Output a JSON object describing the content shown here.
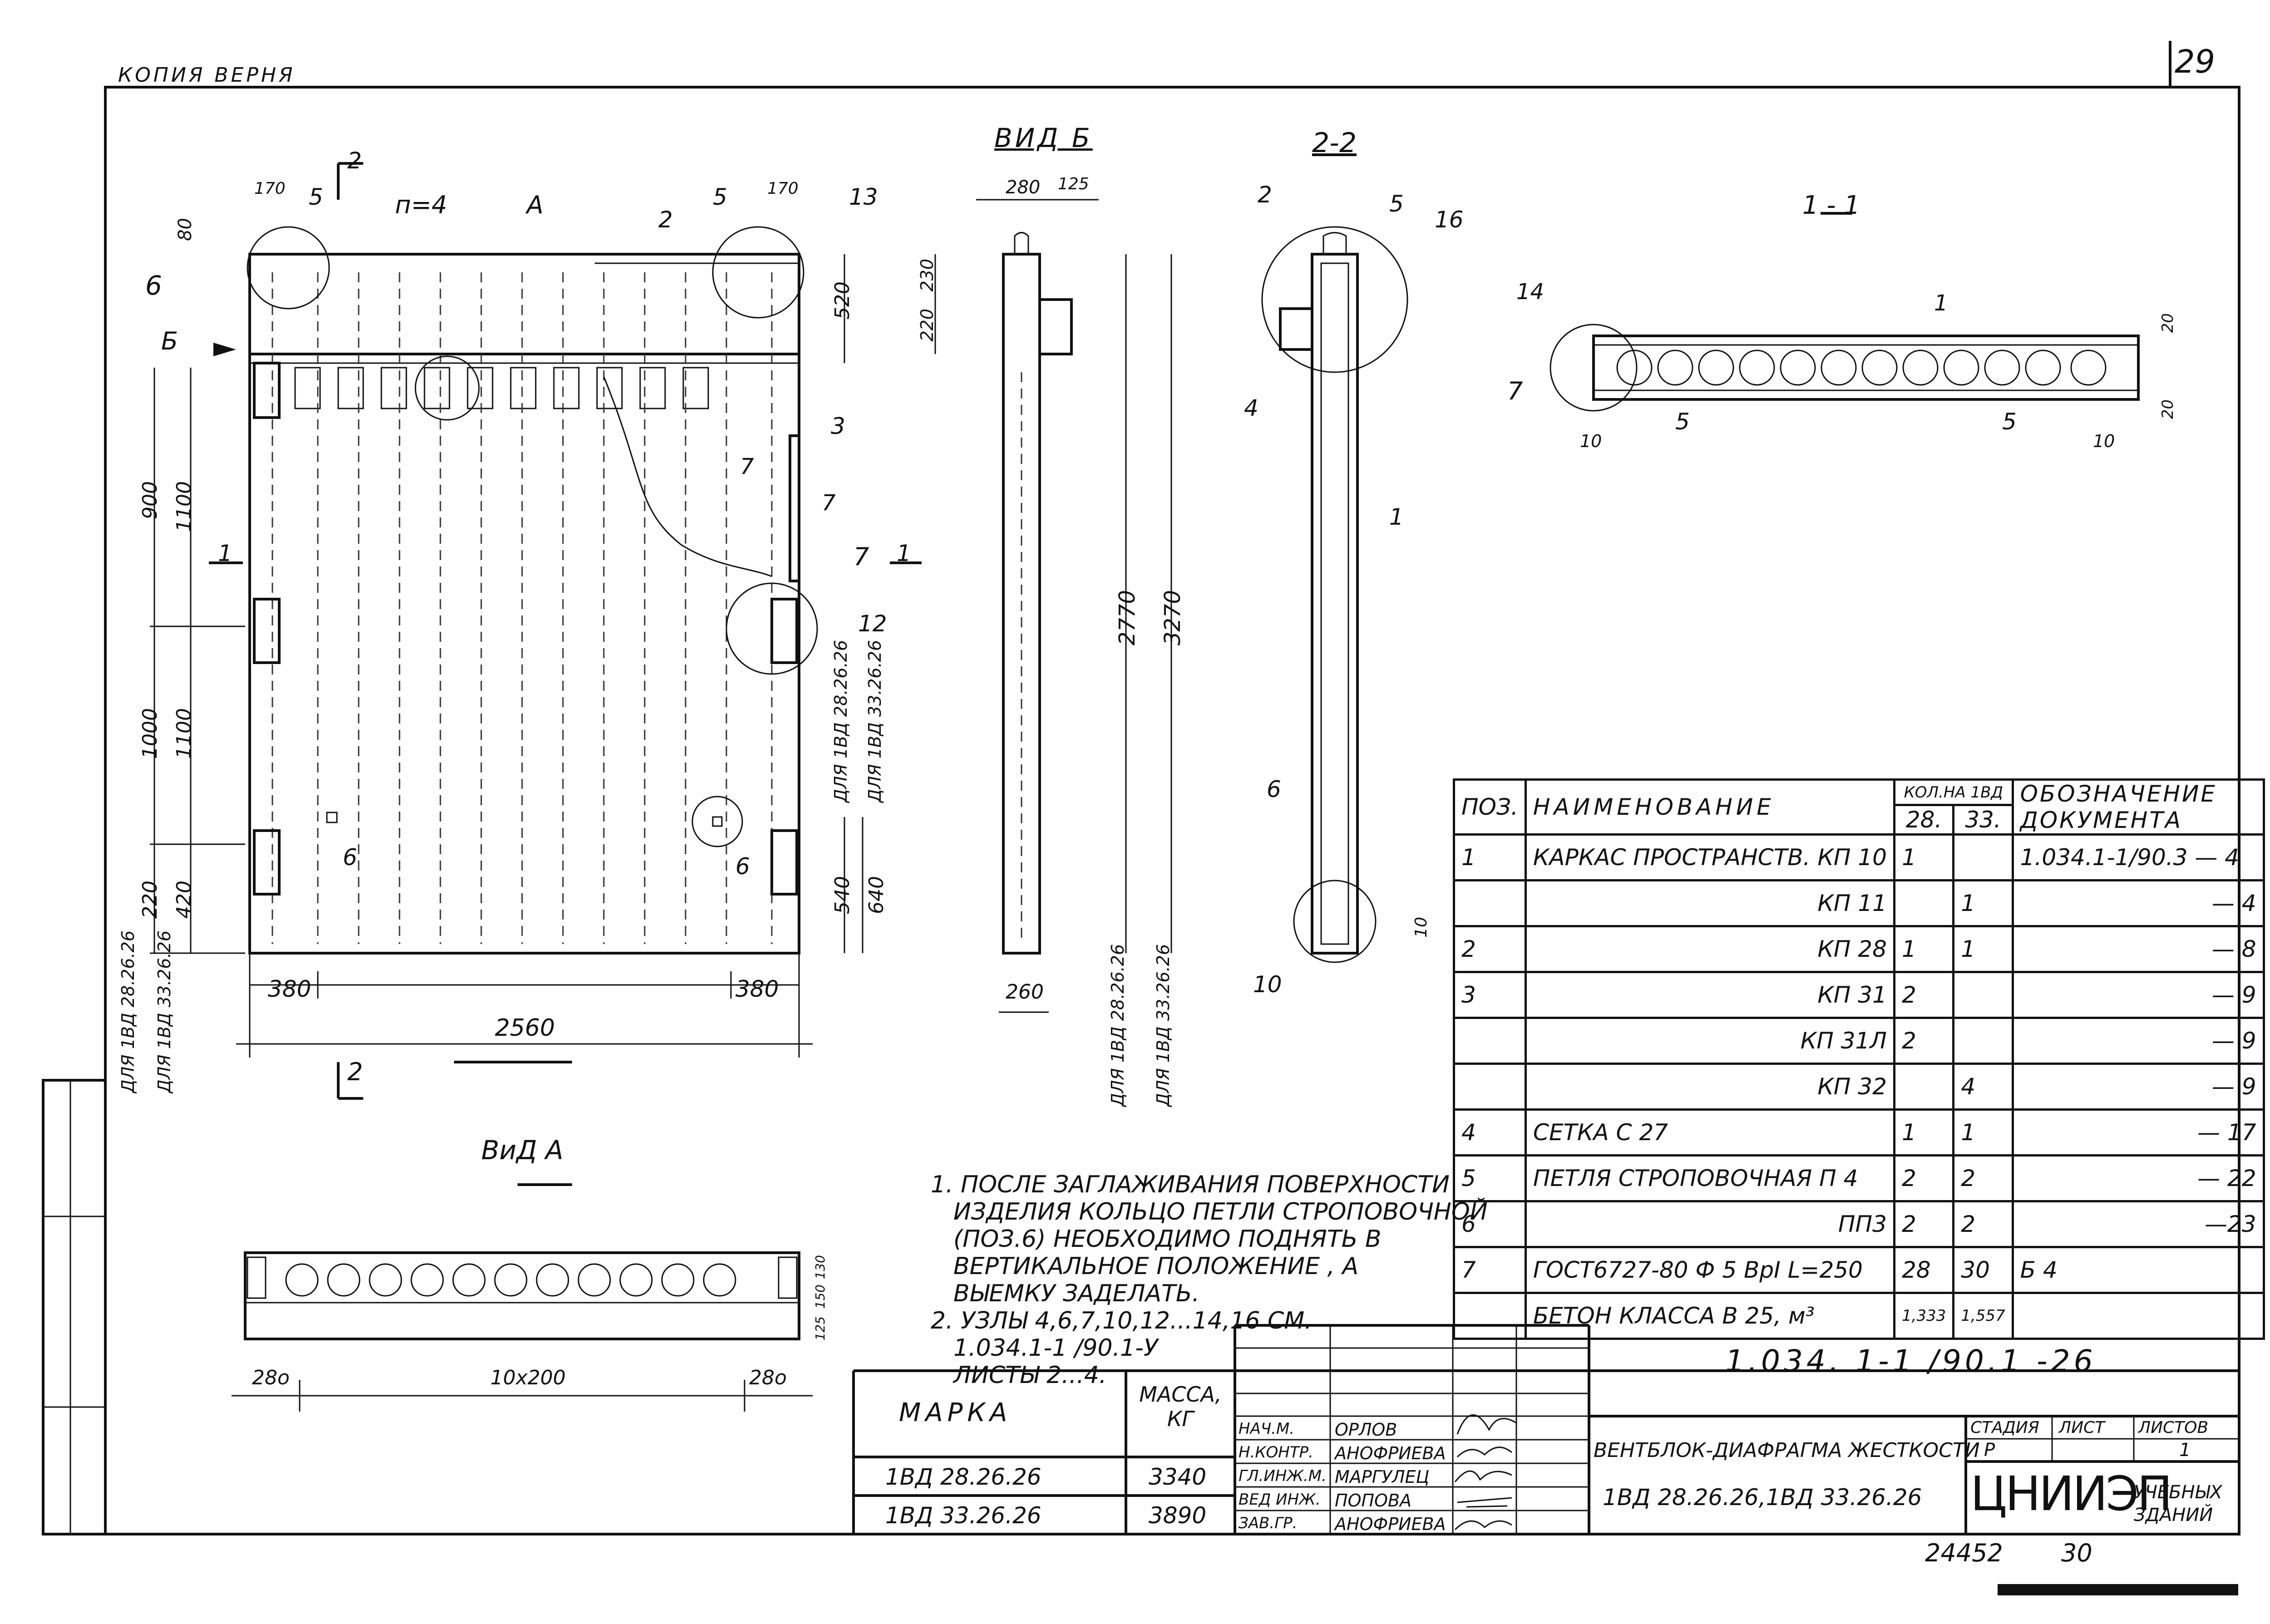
{
  "header": {
    "copy_note": "КОПИЯ ВЕРНЯ",
    "sheet_no": "29"
  },
  "views": {
    "facade_markers": {
      "pos4": "п=4",
      "view_a_arrow": "А",
      "section_2": "2",
      "view_b_arrow": "Б",
      "section_1": "1"
    },
    "view_b_title": "ВИД Б",
    "section_22_title": "2-2",
    "section_11_title": "1 - 1",
    "view_a_title": "ВиД А"
  },
  "dimensions": {
    "d170a": "170",
    "d170b": "170",
    "d80": "80",
    "d520": "520",
    "d900": "900",
    "d1100a": "1100",
    "d1000": "1000",
    "d1100b": "1100",
    "d220": "220",
    "d420": "420",
    "d540": "540",
    "d640": "640",
    "d380a": "380",
    "d380b": "380",
    "d2560": "2560",
    "vb_280": "280",
    "vb_125": "125",
    "vb_230": "230",
    "vb_220": "220",
    "vb_2770": "2770",
    "vb_3270": "3270",
    "vb_260": "260",
    "s11_20a": "20",
    "s11_20b": "20",
    "s11_10a": "10",
    "s11_10b": "10",
    "s22_10": "10",
    "va_280a": "28o",
    "va_10x200": "10x200",
    "va_280b": "28o",
    "va_130": "130",
    "va_150": "150",
    "va_125": "125"
  },
  "callouts": {
    "c2": "2",
    "c5a": "5",
    "c5b": "5",
    "c13": "13",
    "c6": "6",
    "c3": "3",
    "c7a": "7",
    "c7b": "7",
    "c7c": "7",
    "c12": "12",
    "c6b": "6",
    "c6c": "6",
    "s22_2": "2",
    "s22_5": "5",
    "s22_16": "16",
    "s22_4": "4",
    "s22_1": "1",
    "s22_6": "6",
    "s22_10": "10",
    "s11_14": "14",
    "s11_1": "1",
    "s11_7": "7",
    "s11_5a": "5",
    "s11_5b": "5"
  },
  "side_labels": {
    "for_28_a": "ДЛЯ 1ВД 28.26.26",
    "for_33_a": "ДЛЯ 1ВД 33.26.26",
    "for_28_b": "ДЛЯ 1ВД 28.26.26",
    "for_33_b": "ДЛЯ 1ВД 33.26.26",
    "for_28_c": "ДЛЯ 1ВД 28.26.26",
    "for_33_c": "ДЛЯ 1ВД 33.26.26"
  },
  "spec_table": {
    "headers": {
      "pos": "ПОЗ.",
      "name": "НАИМЕНОВАНИЕ",
      "qty": "КОЛ.НА 1ВД",
      "q28": "28.",
      "q33": "33.",
      "doc": "ОБОЗНАЧЕНИЕ ДОКУМЕНТА"
    },
    "rows": [
      {
        "pos": "1",
        "name": "КАРКАС ПРОСТРАНСТВ. КП 10",
        "q28": "1",
        "q33": "",
        "doc": "1.034.1-1/90.3 — 4"
      },
      {
        "pos": "",
        "name": "КП 11",
        "q28": "",
        "q33": "1",
        "doc": "— 4"
      },
      {
        "pos": "2",
        "name": "КП 28",
        "q28": "1",
        "q33": "1",
        "doc": "— 8"
      },
      {
        "pos": "3",
        "name": "КП 31",
        "q28": "2",
        "q33": "",
        "doc": "— 9"
      },
      {
        "pos": "",
        "name": "КП 31Л",
        "q28": "2",
        "q33": "",
        "doc": "— 9"
      },
      {
        "pos": "",
        "name": "КП 32",
        "q28": "",
        "q33": "4",
        "doc": "— 9"
      },
      {
        "pos": "4",
        "name": "СЕТКА С 27",
        "q28": "1",
        "q33": "1",
        "doc": "— 17"
      },
      {
        "pos": "5",
        "name": "ПЕТЛЯ СТРОПОВОЧНАЯ П 4",
        "q28": "2",
        "q33": "2",
        "doc": "— 22"
      },
      {
        "pos": "6",
        "name": "ПП3",
        "q28": "2",
        "q33": "2",
        "doc": "—23"
      },
      {
        "pos": "7",
        "name": "ГОСТ6727-80 Ф 5 ВрI L=250",
        "q28": "28",
        "q33": "30",
        "doc": "Б 4"
      },
      {
        "pos": "",
        "name": "БЕТОН КЛАССА В 25, м³",
        "q28": "1,333",
        "q33": "1,557",
        "doc": ""
      }
    ]
  },
  "notes": [
    "1. ПОСЛЕ ЗАГЛАЖИВАНИЯ ПОВЕРХНОСТИ",
    "ИЗДЕЛИЯ КОЛЬЦО ПЕТЛИ СТРОПОВОЧНОЙ",
    "(ПОЗ.6) НЕОБХОДИМО ПОДНЯТЬ В",
    "ВЕРТИКАЛЬНОЕ ПОЛОЖЕНИЕ , А",
    "ВЫЕМКУ ЗАДЕЛАТЬ.",
    "2. УЗЛЫ 4,6,7,10,12...14,16 СМ.",
    "1.034.1-1 /90.1-У",
    "ЛИСТЫ 2...4."
  ],
  "mark_table": {
    "h_mark": "МАРКА",
    "h_mass": "МАССА, КГ",
    "rows": [
      {
        "mark": "1ВД 28.26.26",
        "mass": "3340"
      },
      {
        "mark": "1ВД 33.26.26",
        "mass": "3890"
      }
    ]
  },
  "title_block": {
    "doc_code": "1.034. 1-1 /90.1 -26",
    "roles": [
      {
        "role": "НАЧ.М.",
        "name": "ОРЛОВ"
      },
      {
        "role": "Н.КОНТР.",
        "name": "АНОФРИЕВА"
      },
      {
        "role": "ГЛ.ИНЖ.М.",
        "name": "МАРГУЛЕЦ"
      },
      {
        "role": "ВЕД ИНЖ.",
        "name": "ПОПОВА"
      },
      {
        "role": "ЗАВ.ГР.",
        "name": "АНОФРИЕВА"
      }
    ],
    "title1": "ВЕНТБЛОК-ДИАФРАГМА ЖЕСТКОСТИ",
    "title2": "1ВД 28.26.26,1ВД 33.26.26",
    "h_stage": "СТАДИЯ",
    "h_sheet": "ЛИСТ",
    "h_sheets": "ЛИСТОВ",
    "stage": "Р",
    "sheets": "1",
    "org": "ЦНИИЭП",
    "org_sub1": "УЧЕБНЫХ",
    "org_sub2": "ЗДАНИЙ"
  },
  "footer": {
    "inv": "24452",
    "num": "30"
  }
}
